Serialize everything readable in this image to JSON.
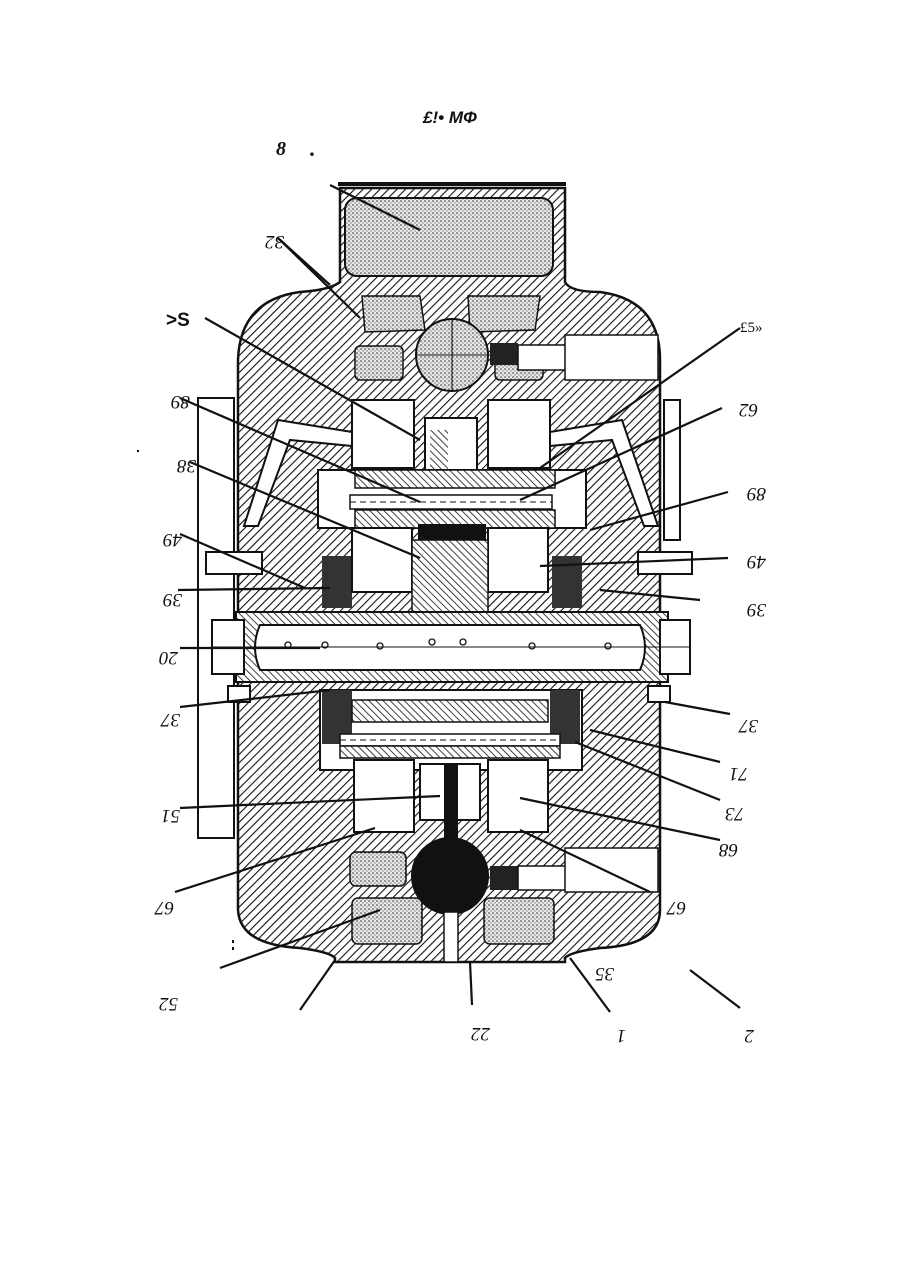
{
  "header": {
    "title": "£!• MΦ",
    "figure": "8",
    "dot": "."
  },
  "labels": {
    "l32_top": "32",
    "l5_left": ">S",
    "l65_right": "£5»",
    "l89_left": "89",
    "l62_right": "62",
    "l38_left": "38",
    "l89_right": "89",
    "l49_left": "49",
    "l49_right": "49",
    "l39_left": "39",
    "l39_right": "39",
    "l20_left": "20",
    "l37_left": "37",
    "l37_right": "37",
    "l71_right": "71",
    "l73_right": "73",
    "l51_left": "51",
    "l68_right": "68",
    "l67_left": "67",
    "l67_right": "67",
    "l52_left": "52",
    "l22_bottom": "22",
    "l35_bottom": "35",
    "l1_bottom": "1",
    "l2_bottom": "2"
  },
  "colors": {
    "ink": "#111111",
    "hatch_light": "#ffffff",
    "dotted_fill": "#d8d8d8",
    "dark_fill": "#222222"
  }
}
